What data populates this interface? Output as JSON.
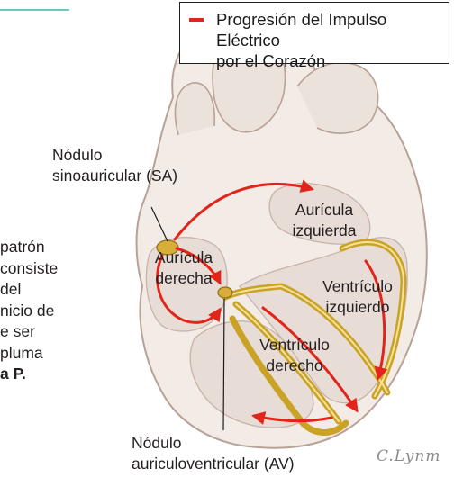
{
  "legend": {
    "text_line1": "Progresión del Impulso Eléctrico",
    "text_line2": "por el Corazón",
    "line_color": "#e1251b"
  },
  "labels": {
    "sa_line1": "Nódulo",
    "sa_line2": "sinoauricular (SA)",
    "left_atrium_line1": "Aurícula",
    "left_atrium_line2": "izquierda",
    "right_atrium_line1": "Aurícula",
    "right_atrium_line2": "derecha",
    "left_ventricle_line1": "Ventrículo",
    "left_ventricle_line2": "izquierdo",
    "right_ventricle_line1": "Ventrículo",
    "right_ventricle_line2": "derecho",
    "av_line1": "Nódulo",
    "av_line2": "auriculoventricular (AV)"
  },
  "side_text": [
    "patrón",
    "consiste",
    "del",
    "nicio de",
    "e ser",
    "pluma",
    "a P."
  ],
  "signature": "C.Lynm",
  "colors": {
    "impulse": "#e1251b",
    "conduction": "#c9a227",
    "heart_outline": "#b8a196",
    "heart_fill": "#f2ebe6",
    "accent": "#6cc7c2"
  }
}
